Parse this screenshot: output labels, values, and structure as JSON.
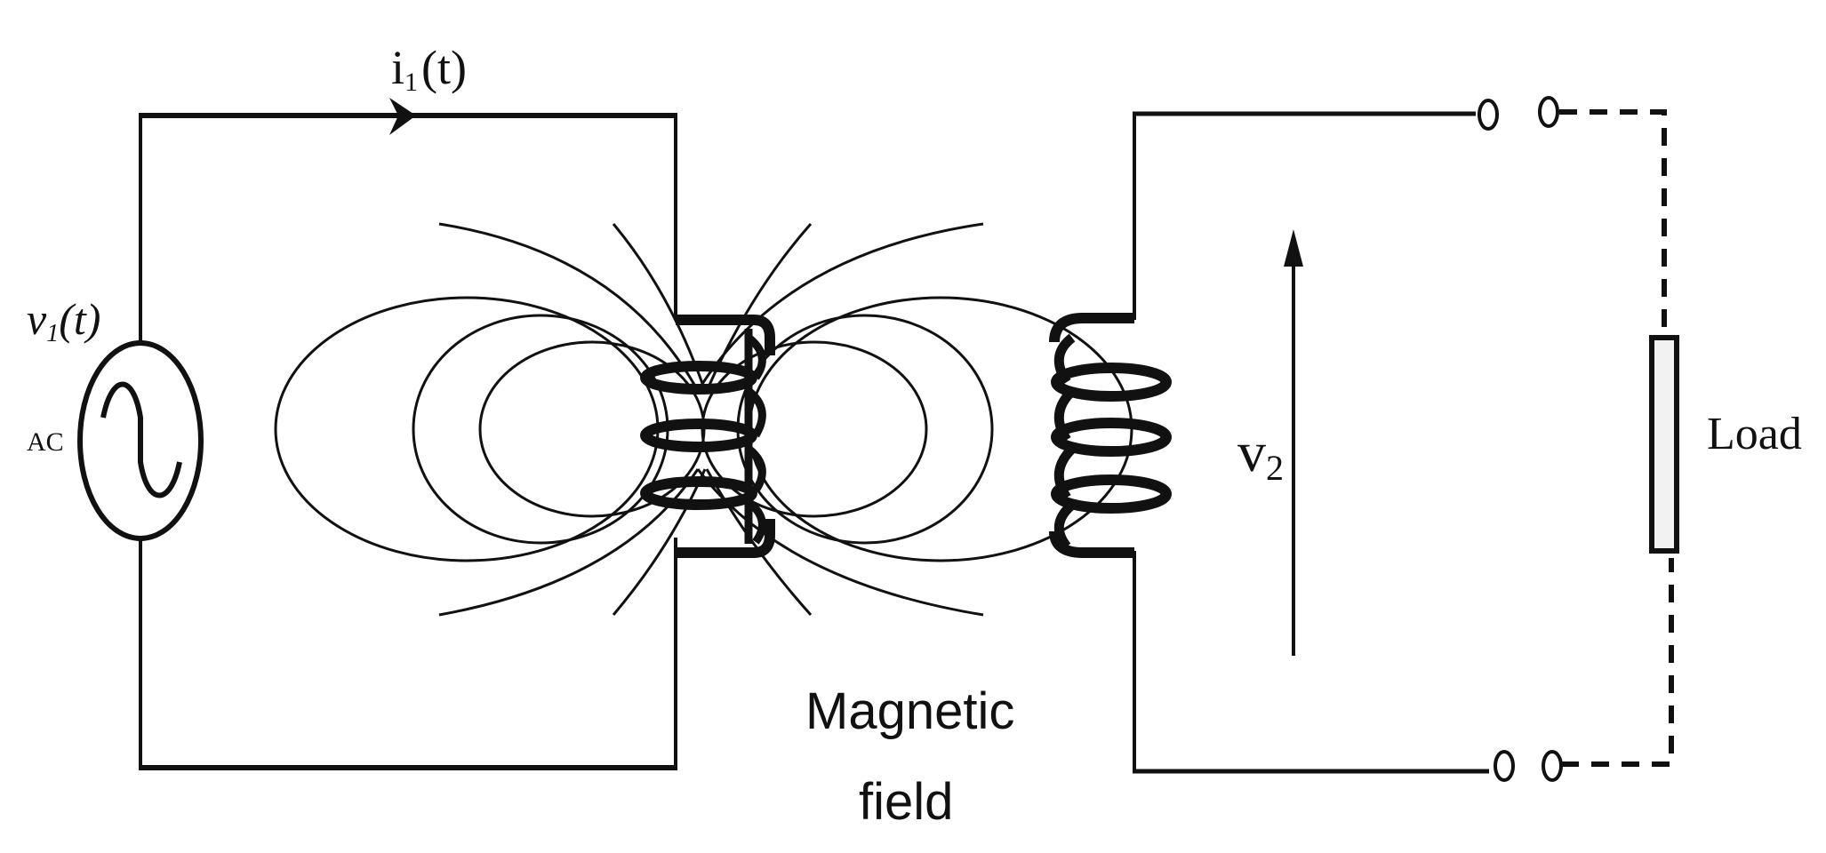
{
  "labels": {
    "current": "i1(t)",
    "current_main": "i",
    "current_sub": "1",
    "current_arg": "(t)",
    "source_voltage": "v1(t)",
    "source_voltage_main": "v",
    "source_voltage_sub": "1",
    "source_voltage_arg": "(t)",
    "source_type": "AC",
    "output_voltage": "v2",
    "output_voltage_main": "v",
    "output_voltage_sub": "2",
    "load": "Load",
    "field_line1": "Magnetic",
    "field_line2": "field"
  },
  "colors": {
    "ink": "#111111",
    "background": "#ffffff",
    "load_fill": "#f2f2f2"
  },
  "icons": {
    "source": "ac-sine-source-icon",
    "current_arrow": "arrow-right-icon",
    "voltage_arrow": "arrow-up-icon",
    "load": "resistor-icon"
  }
}
